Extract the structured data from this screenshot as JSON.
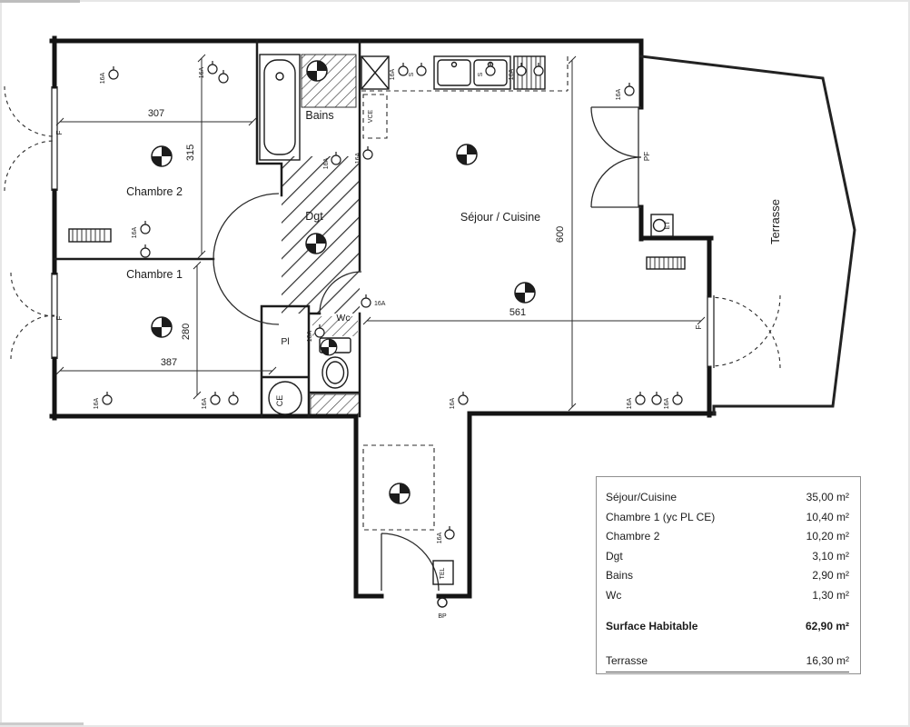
{
  "colors": {
    "ink": "#1c1c1c",
    "paper": "#ffffff"
  },
  "rooms": {
    "chambre2": "Chambre 2",
    "chambre1": "Chambre 1",
    "bains": "Bains",
    "dgt": "Dgt",
    "wc": "Wc",
    "sejour": "Séjour / Cuisine",
    "terrasse": "Terrasse",
    "placard": "Pl",
    "chauffe_eau": "CE"
  },
  "dimensions": {
    "chambre2_width": "307",
    "chambre2_height": "315",
    "chambre1_height": "280",
    "chambre1_width": "387",
    "sejour_width": "561",
    "sejour_height": "600"
  },
  "markers": {
    "socket": "16A",
    "switch": "S",
    "window": "F",
    "french_door": "PF",
    "duct": "VCE",
    "phone": "TEL",
    "doorbell": "BP",
    "water": "ET"
  },
  "legend": {
    "rows": [
      {
        "label": "Séjour/Cuisine",
        "value": "35,00 m²"
      },
      {
        "label": "Chambre 1 (yc PL CE)",
        "value": "10,40 m²"
      },
      {
        "label": "Chambre 2",
        "value": "10,20 m²"
      },
      {
        "label": "Dgt",
        "value": "3,10 m²"
      },
      {
        "label": "Bains",
        "value": "2,90 m²"
      },
      {
        "label": "Wc",
        "value": "1,30 m²"
      }
    ],
    "total": {
      "label": "Surface Habitable",
      "value": "62,90 m²"
    },
    "outdoor": {
      "label": "Terrasse",
      "value": "16,30 m²"
    }
  }
}
